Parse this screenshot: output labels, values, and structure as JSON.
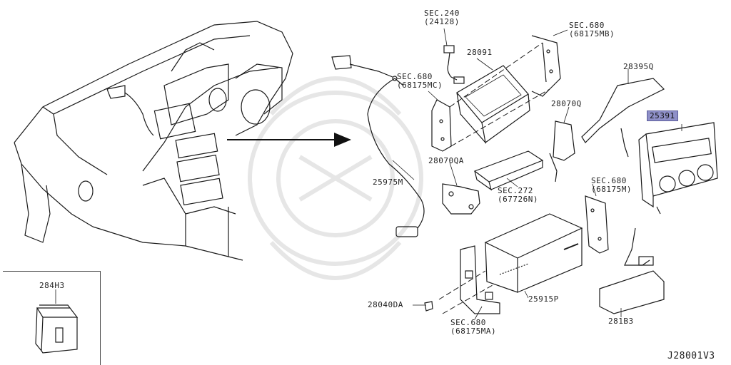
{
  "parts": {
    "sec240": {
      "line1": "SEC.240",
      "line2": "(24128)"
    },
    "sec680_mb": {
      "line1": "SEC.680",
      "line2": "(68175MB)"
    },
    "sec680_mc": {
      "line1": "SEC.680",
      "line2": "(68175MC)"
    },
    "sec680_m": {
      "line1": "SEC.680",
      "line2": "(68175M)"
    },
    "sec680_ma": {
      "line1": "SEC.680",
      "line2": "(68175MA)"
    },
    "sec272": {
      "line1": "SEC.272",
      "line2": "(67726N)"
    },
    "p28091": "28091",
    "p28395Q": "28395Q",
    "p28070Q": "28070Q",
    "p25391": "25391",
    "p28070QA": "28070QA",
    "p25975M": "25975M",
    "p25915P": "25915P",
    "p28040DA": "28040DA",
    "p281B3": "281B3",
    "p284H3": "284H3"
  },
  "diagram_id": "J28001V3",
  "colors": {
    "highlight": "#8f90c8",
    "line": "#1a1a1a",
    "watermark": "#e4e4e4"
  }
}
